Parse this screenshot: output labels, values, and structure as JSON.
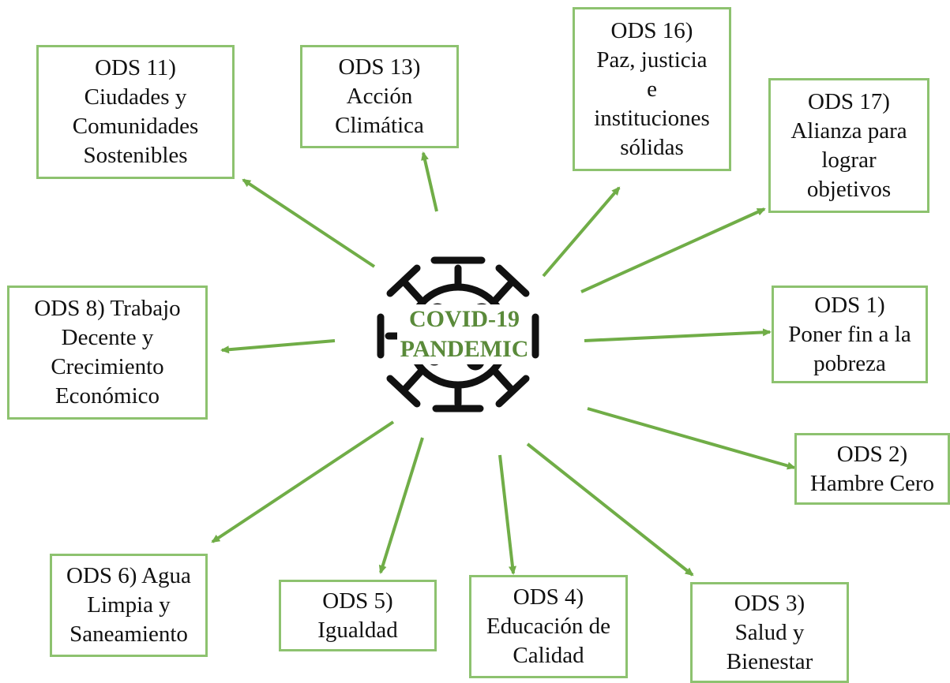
{
  "center": {
    "line1": "COVID-19",
    "line2": "PANDEMIC",
    "icon": "coronavirus-icon"
  },
  "colors": {
    "accent": "#8dc26f",
    "arrow": "#70ad47",
    "center_text": "#5a8a3a",
    "icon": "#111111"
  },
  "goals": [
    {
      "id": "ods11",
      "lines": [
        "ODS 11)",
        "Ciudades y",
        "Comunidades",
        "Sostenibles"
      ]
    },
    {
      "id": "ods13",
      "lines": [
        "ODS 13)",
        "Acción",
        "Climática"
      ]
    },
    {
      "id": "ods16",
      "lines": [
        "ODS 16)",
        "Paz, justicia",
        "e",
        "instituciones",
        "sólidas"
      ]
    },
    {
      "id": "ods17",
      "lines": [
        "ODS 17)",
        "Alianza para",
        "lograr",
        "objetivos"
      ]
    },
    {
      "id": "ods8",
      "lines": [
        "ODS 8) Trabajo",
        "Decente y",
        "Crecimiento",
        "Económico"
      ]
    },
    {
      "id": "ods1",
      "lines": [
        "ODS 1)",
        "Poner fin a la",
        "pobreza"
      ]
    },
    {
      "id": "ods2",
      "lines": [
        "ODS 2)",
        "Hambre Cero"
      ]
    },
    {
      "id": "ods6",
      "lines": [
        "ODS 6) Agua",
        "Limpia y",
        "Saneamiento"
      ]
    },
    {
      "id": "ods5",
      "lines": [
        "ODS 5)",
        "Igualdad"
      ]
    },
    {
      "id": "ods4",
      "lines": [
        "ODS 4)",
        "Educación de",
        "Calidad"
      ]
    },
    {
      "id": "ods3",
      "lines": [
        "ODS 3)",
        "Salud y",
        "Bienestar"
      ]
    }
  ]
}
